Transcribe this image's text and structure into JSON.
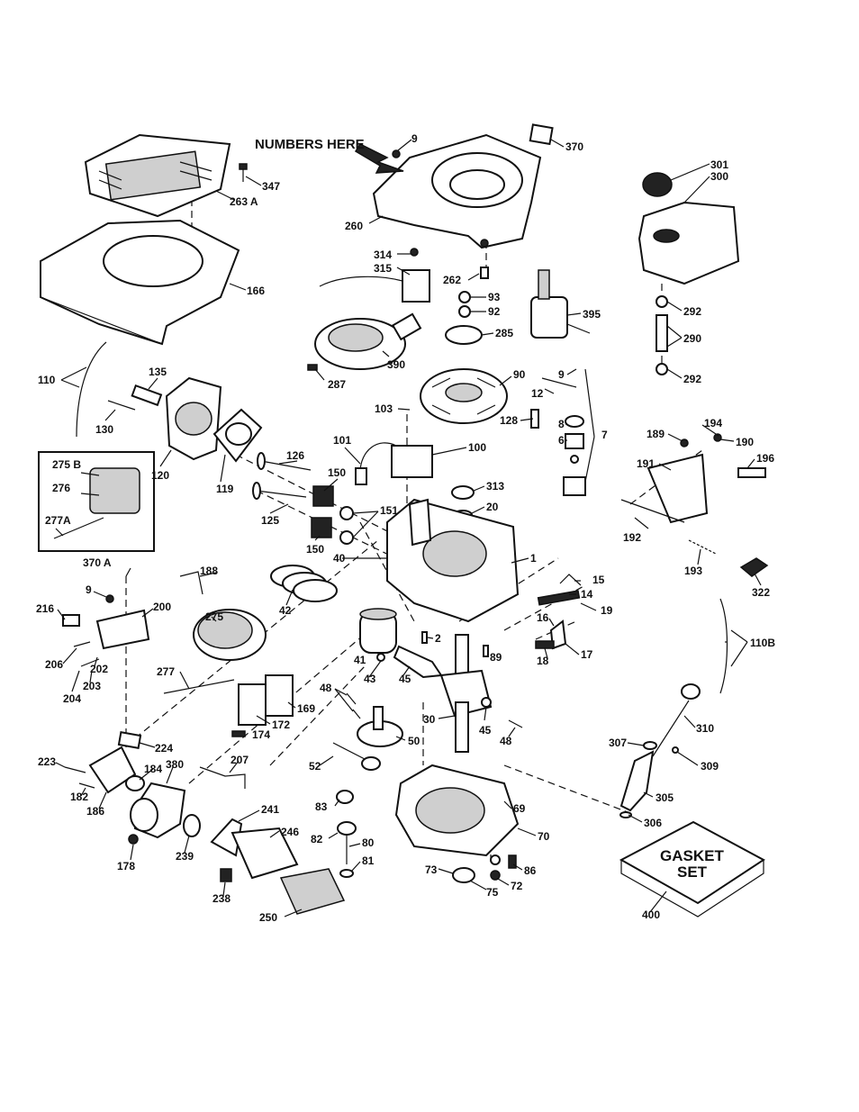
{
  "header": {
    "numbers_here": "NUMBERS HERE"
  },
  "gasket_set": {
    "line1": "GASKET",
    "line2": "SET"
  },
  "labels": {
    "p9a": "9",
    "p370": "370",
    "p301": "301",
    "p300": "300",
    "p347": "347",
    "p263a": "263 A",
    "p260": "260",
    "p166": "166",
    "p314": "314",
    "p315": "315",
    "p262": "262",
    "p93": "93",
    "p92": "92",
    "p395": "395",
    "p285": "285",
    "p292a": "292",
    "p290": "290",
    "p292b": "292",
    "p110": "110",
    "p135": "135",
    "p130": "130",
    "p390": "390",
    "p287": "287",
    "p90": "90",
    "p9b": "9",
    "p12": "12",
    "p128": "128",
    "p8": "8",
    "p6": "6",
    "p7": "7",
    "p103": "103",
    "p194": "194",
    "p189": "189",
    "p190": "190",
    "p196": "196",
    "p191": "191",
    "p101": "101",
    "p100": "100",
    "p126": "126",
    "p120": "120",
    "p119": "119",
    "p150a": "150",
    "p313": "313",
    "p20": "20",
    "p275b": "275 B",
    "p276": "276",
    "p277a": "277A",
    "p125": "125",
    "p151": "151",
    "p150b": "150",
    "p40": "40",
    "p1": "1",
    "p192": "192",
    "p193": "193",
    "p322": "322",
    "p370a": "370 A",
    "p188": "188",
    "p42": "42",
    "p15": "15",
    "p14": "14",
    "p19": "19",
    "p9c": "9",
    "p216": "216",
    "p200": "200",
    "p275": "275",
    "p16": "16",
    "p17": "17",
    "p18": "18",
    "p206": "206",
    "p202": "202",
    "p41": "41",
    "p2": "2",
    "p89": "89",
    "p45a": "45",
    "p110b": "110B",
    "p43": "43",
    "p277": "277",
    "p204": "204",
    "p203": "203",
    "p48a": "48",
    "p169": "169",
    "p172": "172",
    "p174": "174",
    "p30": "30",
    "p45b": "45",
    "p48b": "48",
    "p310": "310",
    "p50": "50",
    "p224": "224",
    "p307": "307",
    "p309": "309",
    "p52": "52",
    "p223": "223",
    "p184": "184",
    "p380": "380",
    "p207": "207",
    "p182": "182",
    "p186": "186",
    "p83": "83",
    "p69": "69",
    "p305": "305",
    "p241": "241",
    "p246": "246",
    "p306": "306",
    "p70": "70",
    "p82": "82",
    "p80": "80",
    "p81": "81",
    "p239": "239",
    "p178": "178",
    "p73": "73",
    "p86": "86",
    "p75": "75",
    "p72": "72",
    "p238": "238",
    "p250": "250",
    "p400": "400"
  }
}
